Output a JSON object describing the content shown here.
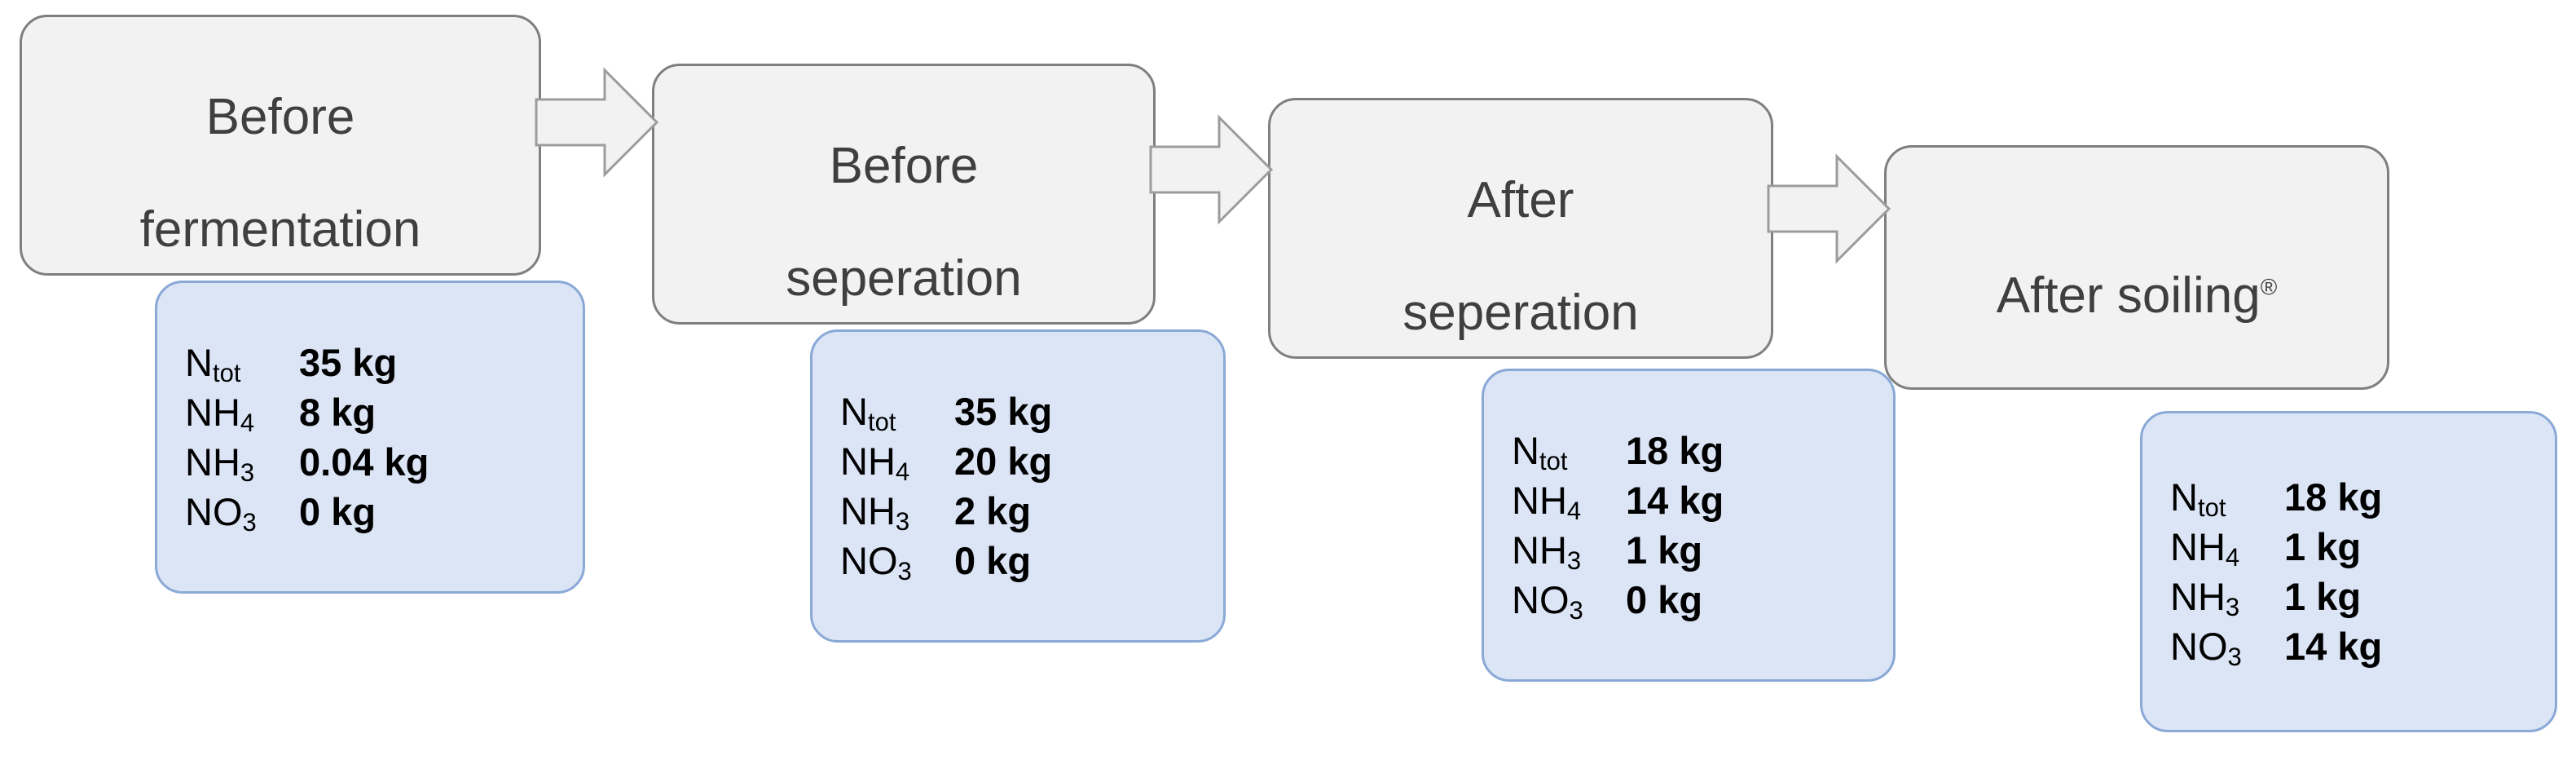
{
  "diagram": {
    "type": "process-flow",
    "title": "",
    "orientation": "left-to-right",
    "stage_box_fill": "#f2f2f2",
    "stage_box_border": "#7f7f7f",
    "data_box_fill": "#dbe5f6",
    "data_box_border": "#8aa9d6",
    "arrow_fill": "#f2f2f2",
    "arrow_border": "#9c9c9c",
    "units": "kg",
    "stages": [
      {
        "id": "before-fermentation",
        "label": "Before\nfermentation",
        "label_line1": "Before",
        "label_line2": "fermentation",
        "superscript": "",
        "data": [
          {
            "species": "N",
            "subscript": "tot",
            "value": "35 kg",
            "amount": 35
          },
          {
            "species": "NH",
            "subscript": "4",
            "value": "8 kg",
            "amount": 8
          },
          {
            "species": "NH",
            "subscript": "3",
            "value": "0.04 kg",
            "amount": 0.04
          },
          {
            "species": "NO",
            "subscript": "3",
            "value": "0 kg",
            "amount": 0
          }
        ]
      },
      {
        "id": "before-seperation",
        "label": "Before\nseperation",
        "label_line1": "Before",
        "label_line2": "seperation",
        "superscript": "",
        "data": [
          {
            "species": "N",
            "subscript": "tot",
            "value": "35 kg",
            "amount": 35
          },
          {
            "species": "NH",
            "subscript": "4",
            "value": "20 kg",
            "amount": 20
          },
          {
            "species": "NH",
            "subscript": "3",
            "value": "2 kg",
            "amount": 2
          },
          {
            "species": "NO",
            "subscript": "3",
            "value": "0 kg",
            "amount": 0
          }
        ]
      },
      {
        "id": "after-seperation",
        "label": "After\nseperation",
        "label_line1": "After",
        "label_line2": "seperation",
        "superscript": "",
        "data": [
          {
            "species": "N",
            "subscript": "tot",
            "value": "18 kg",
            "amount": 18
          },
          {
            "species": "NH",
            "subscript": "4",
            "value": "14 kg",
            "amount": 14
          },
          {
            "species": "NH",
            "subscript": "3",
            "value": "1 kg",
            "amount": 1
          },
          {
            "species": "NO",
            "subscript": "3",
            "value": "0 kg",
            "amount": 0
          }
        ]
      },
      {
        "id": "after-soiling",
        "label": "After soiling®",
        "label_line1": "After soiling",
        "label_line2": "",
        "superscript": "®",
        "data": [
          {
            "species": "N",
            "subscript": "tot",
            "value": "18 kg",
            "amount": 18
          },
          {
            "species": "NH",
            "subscript": "4",
            "value": "1 kg",
            "amount": 1
          },
          {
            "species": "NH",
            "subscript": "3",
            "value": "1 kg",
            "amount": 1
          },
          {
            "species": "NO",
            "subscript": "3",
            "value": "14 kg",
            "amount": 14
          }
        ]
      }
    ],
    "connectors": [
      {
        "id": "arrow-1",
        "from": "before-fermentation",
        "to": "before-seperation",
        "shape": "block-arrow-right"
      },
      {
        "id": "arrow-2",
        "from": "before-seperation",
        "to": "after-seperation",
        "shape": "block-arrow-right"
      },
      {
        "id": "arrow-3",
        "from": "after-seperation",
        "to": "after-soiling",
        "shape": "block-arrow-right"
      }
    ]
  }
}
